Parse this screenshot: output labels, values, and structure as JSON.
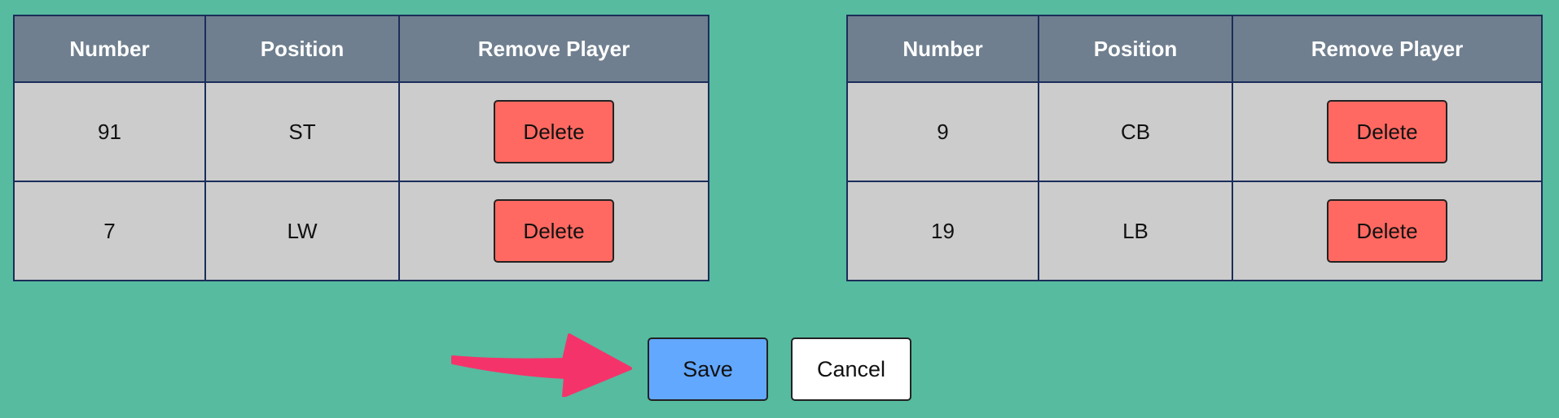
{
  "tables": [
    {
      "headers": {
        "number": "Number",
        "position": "Position",
        "remove": "Remove Player"
      },
      "rows": [
        {
          "number": "91",
          "position": "ST",
          "action": "Delete"
        },
        {
          "number": "7",
          "position": "LW",
          "action": "Delete"
        }
      ]
    },
    {
      "headers": {
        "number": "Number",
        "position": "Position",
        "remove": "Remove Player"
      },
      "rows": [
        {
          "number": "9",
          "position": "CB",
          "action": "Delete"
        },
        {
          "number": "19",
          "position": "LB",
          "action": "Delete"
        }
      ]
    }
  ],
  "actions": {
    "save_label": "Save",
    "cancel_label": "Cancel"
  },
  "colors": {
    "background": "#56bb9f",
    "header": "#6f7f8f",
    "cell": "#cccccc",
    "delete": "#ff6961",
    "save": "#62a8ff",
    "arrow": "#f5336b"
  },
  "icons": {
    "pointer": "arrow-right-icon"
  }
}
